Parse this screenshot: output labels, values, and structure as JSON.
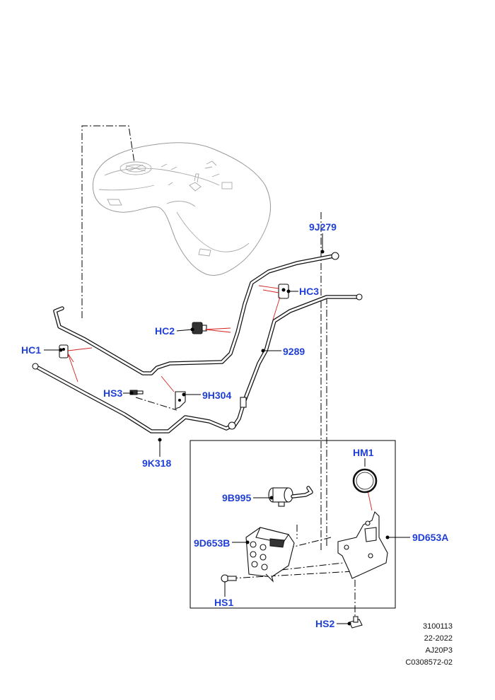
{
  "callouts": {
    "9J279": "9J279",
    "HC3": "HC3",
    "HC2": "HC2",
    "HC1": "HC1",
    "9289": "9289",
    "HS3": "HS3",
    "9H304": "9H304",
    "9K318": "9K318",
    "HM1": "HM1",
    "9B995": "9B995",
    "9D653B": "9D653B",
    "9D653A": "9D653A",
    "HS1": "HS1",
    "HS2": "HS2"
  },
  "reference": {
    "line1": "3100113",
    "line2": "22-2022",
    "line3": "AJ20P3",
    "line4": "C0308572-02"
  },
  "colors": {
    "callout": "#1f3fd6",
    "leader_red": "#d42020",
    "tank_outline": "#9a9a9a"
  }
}
